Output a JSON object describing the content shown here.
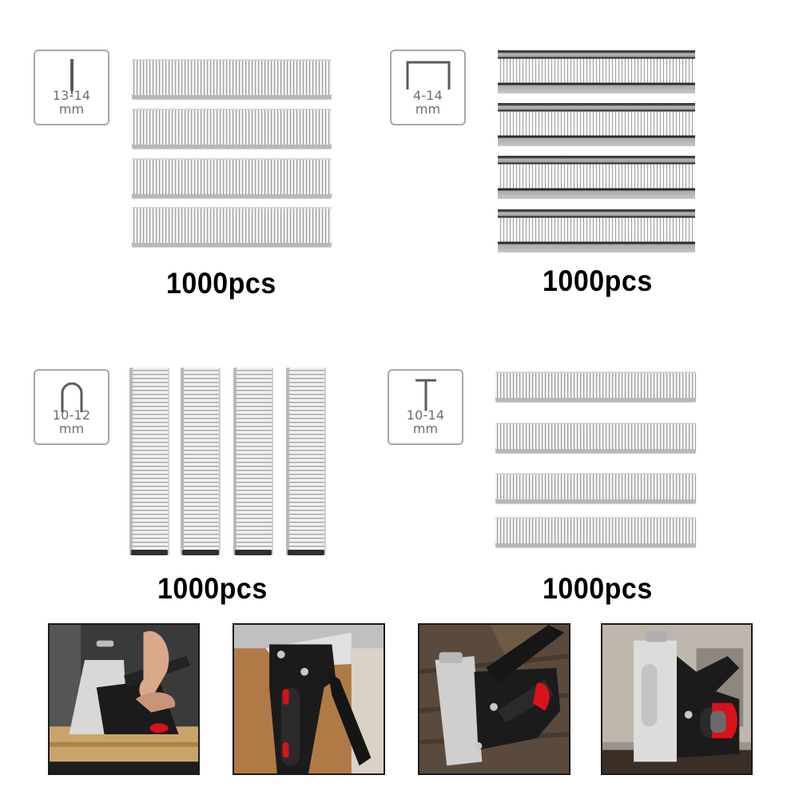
{
  "panels": [
    {
      "id": "straight-nails",
      "type_icon": "straight-nail-icon",
      "size": "13-14",
      "unit": "mm",
      "quantity": "1000pcs",
      "orientation": "horizontal",
      "strip_count": 4
    },
    {
      "id": "door-staples",
      "type_icon": "door-staple-icon",
      "size": "4-14",
      "unit": "mm",
      "quantity": "1000pcs",
      "orientation": "horizontal",
      "strip_count": 4
    },
    {
      "id": "u-staples",
      "type_icon": "u-staple-icon",
      "size": "10-12",
      "unit": "mm",
      "quantity": "1000pcs",
      "orientation": "vertical",
      "strip_count": 4
    },
    {
      "id": "t-nails",
      "type_icon": "t-nail-icon",
      "size": "10-14",
      "unit": "mm",
      "quantity": "1000pcs",
      "orientation": "horizontal",
      "strip_count": 4
    }
  ],
  "photos": [
    {
      "id": "photo-stapling-wood",
      "alt": "hand-operating-staple-gun-on-wood"
    },
    {
      "id": "photo-stapler-wall",
      "alt": "staple-gun-on-wooden-door-frame"
    },
    {
      "id": "photo-stapler-table",
      "alt": "staple-gun-on-wooden-table"
    },
    {
      "id": "photo-stapler-side",
      "alt": "staple-gun-side-view"
    }
  ],
  "colors": {
    "accent_red": "#d6121b",
    "tool_black": "#1b1b1b",
    "chrome": "#c9c9c9",
    "label_border": "#a8a8a8"
  }
}
